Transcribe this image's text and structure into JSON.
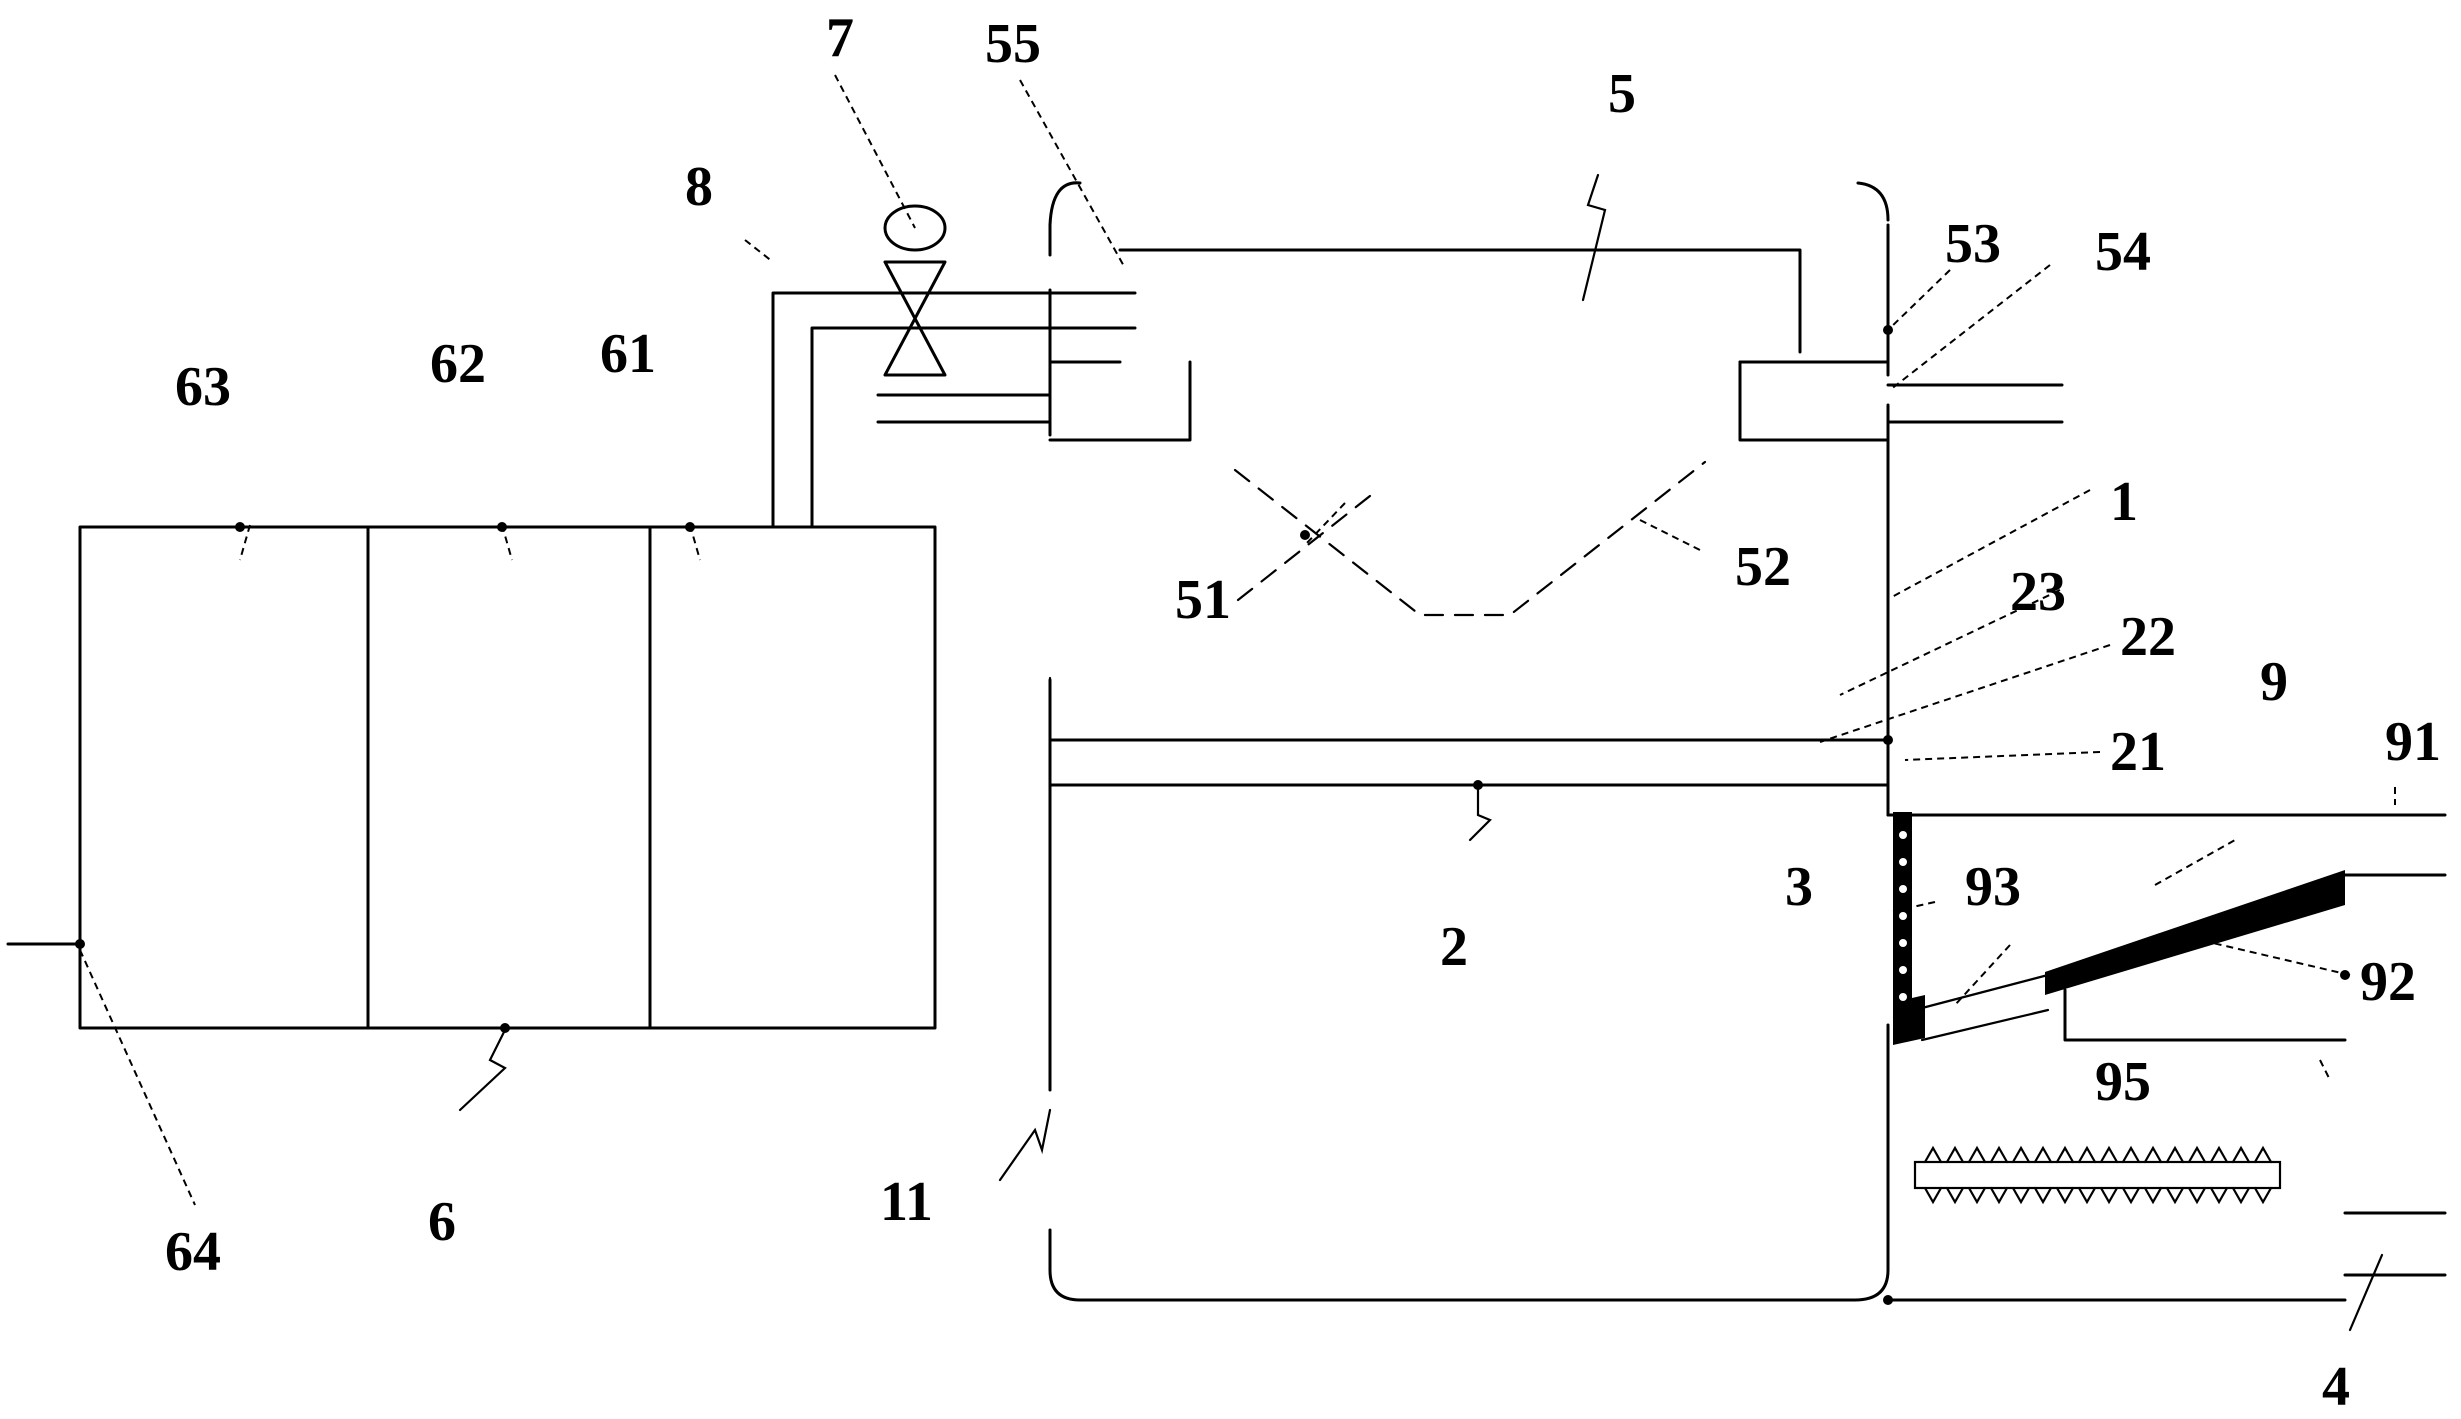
{
  "labels": {
    "l1": "1",
    "l2": "2",
    "l3": "3",
    "l4": "4",
    "l5": "5",
    "l6": "6",
    "l7": "7",
    "l8": "8",
    "l9": "9",
    "l11": "11",
    "l21": "21",
    "l22": "22",
    "l23": "23",
    "l51": "51",
    "l52": "52",
    "l53": "53",
    "l54": "54",
    "l55": "55",
    "l61": "61",
    "l62": "62",
    "l63": "63",
    "l64": "64",
    "l91": "91",
    "l92": "92",
    "l93": "93",
    "l95": "95"
  }
}
